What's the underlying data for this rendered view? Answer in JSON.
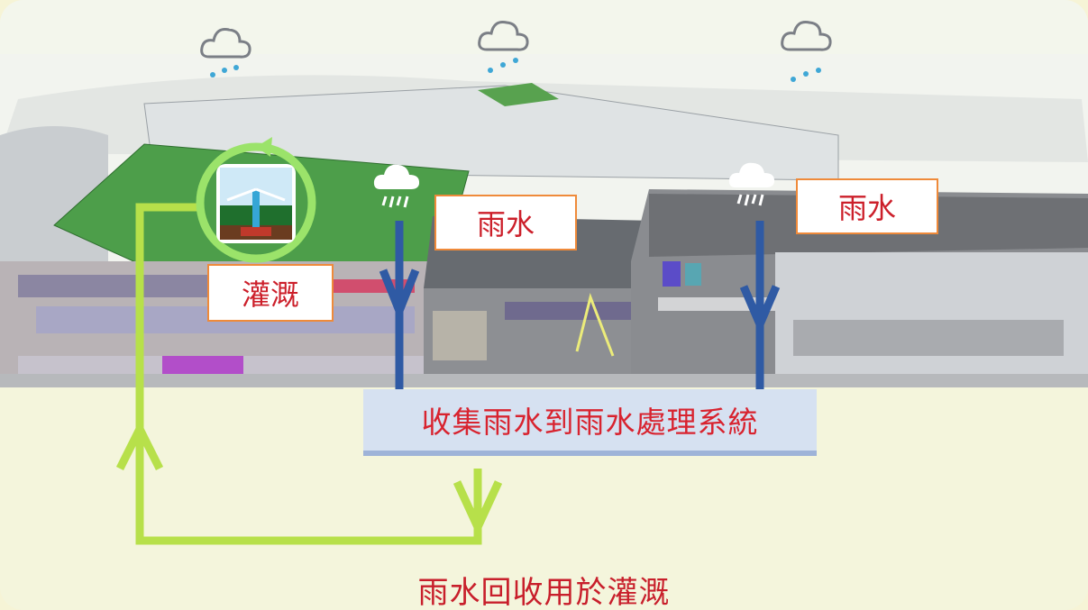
{
  "labels": {
    "rain_left": "雨水",
    "rain_right": "雨水",
    "irrigation": "灌溉",
    "collect": "收集雨水到雨水處理系統",
    "caption": "雨水回收用於灌溉"
  },
  "icons": {
    "clouds": [
      "rain-cloud-icon",
      "rain-cloud-icon",
      "rain-cloud-icon"
    ],
    "rooftop_clouds": [
      "white-rain-cloud-icon",
      "white-rain-cloud-icon"
    ],
    "sprinkler": "sprinkler-icon"
  },
  "colors": {
    "background": "#f4f5dc",
    "arrow_green": "#b7e04a",
    "arrow_blue": "#2f5aa4",
    "label_text": "#cc1f2a",
    "label_border": "#ef8a3a",
    "collect_box": "#d6e1f1"
  }
}
